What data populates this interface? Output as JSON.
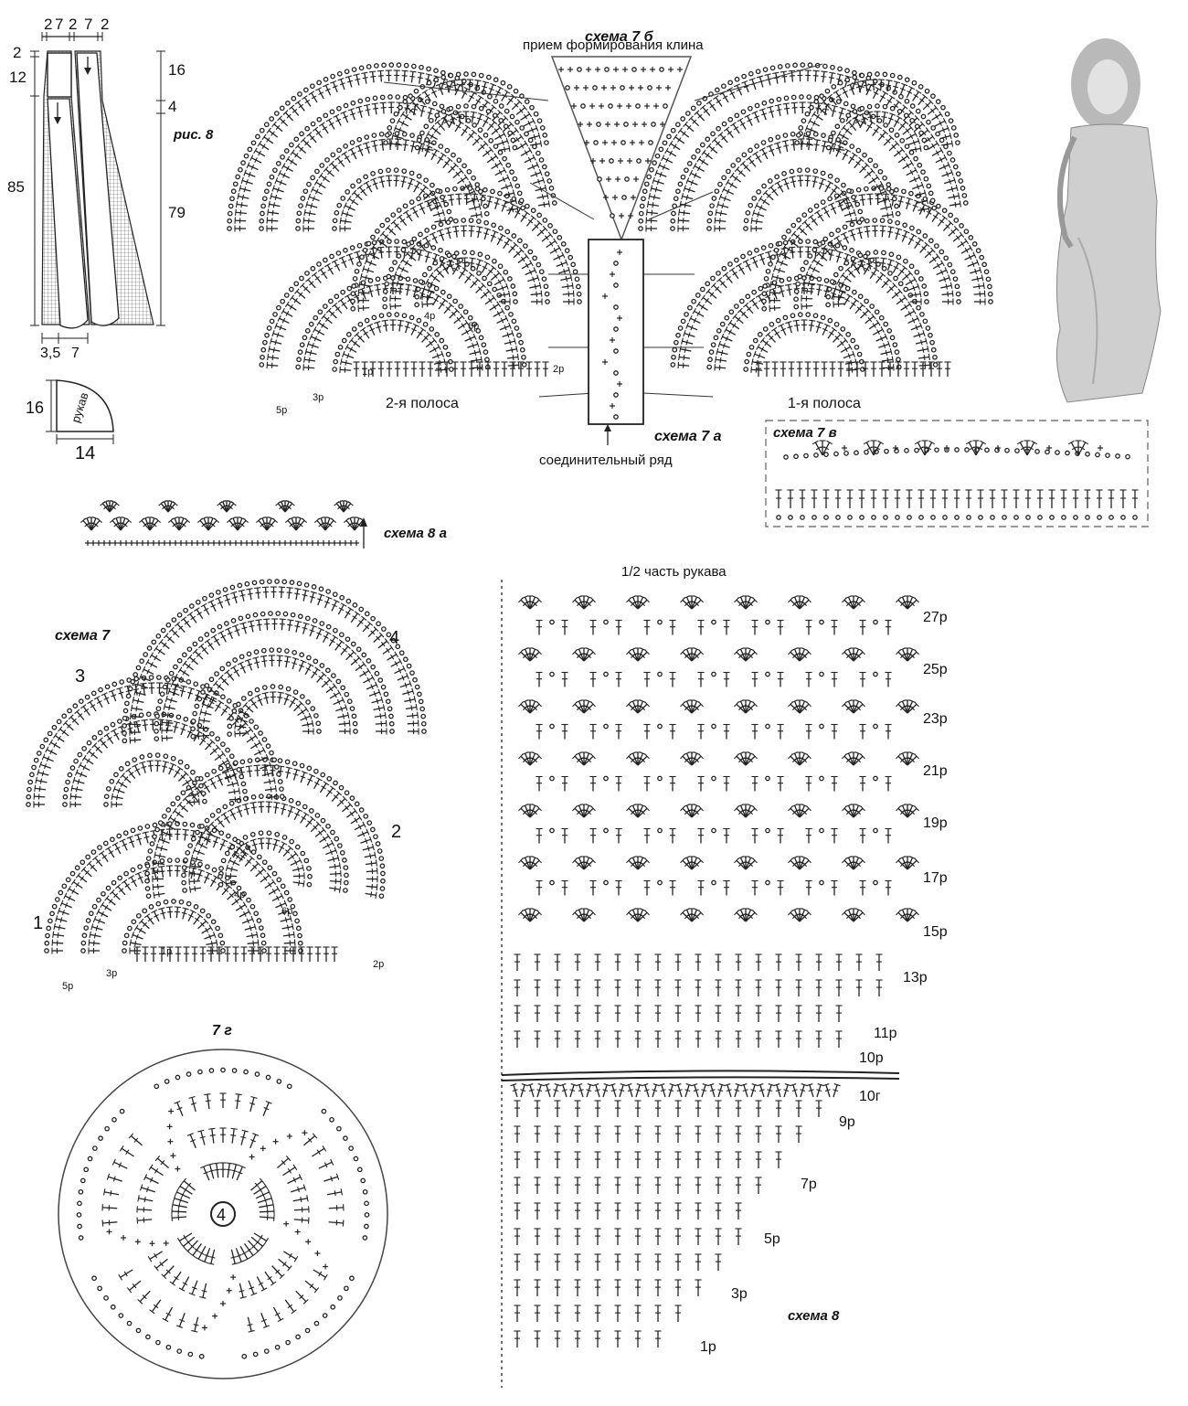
{
  "fig8": {
    "title": "рис. 8",
    "top_dims": [
      "2",
      "7",
      "2",
      "7",
      "2"
    ],
    "left_dims": [
      "2",
      "12",
      "85"
    ],
    "right_dims": [
      "16",
      "4",
      "79"
    ],
    "bottom_dims": [
      "3,5",
      "7"
    ]
  },
  "sleeve": {
    "label": "рукав",
    "height": "16",
    "width": "14"
  },
  "scheme7b": {
    "title": "схема 7 б",
    "subtitle": "прием формирования клина"
  },
  "scheme7a": {
    "title": "схема 7 а",
    "joining_row": "соединительный ряд",
    "strip1": "1-я полоса",
    "strip2": "2-я полоса",
    "rows": [
      "1р",
      "2р",
      "3р",
      "4р",
      "5р",
      "6р"
    ]
  },
  "scheme7v": {
    "title": "схема 7 в"
  },
  "scheme8a": {
    "title": "схема 8 а"
  },
  "scheme7": {
    "title": "схема 7",
    "corner_numbers": [
      "1",
      "2",
      "3",
      "4"
    ],
    "rows": [
      "1р",
      "2р",
      "3р",
      "4р",
      "5р",
      "6р"
    ]
  },
  "scheme7g": {
    "title": "7 г",
    "center": "4"
  },
  "scheme8": {
    "title": "схема 8",
    "header": "1/2 часть рукава",
    "row_labels": [
      "27р",
      "25р",
      "23р",
      "21р",
      "19р",
      "17р",
      "15р",
      "13р",
      "11р",
      "10р",
      "10г",
      "9р",
      "7р",
      "5р",
      "3р",
      "1р"
    ]
  }
}
